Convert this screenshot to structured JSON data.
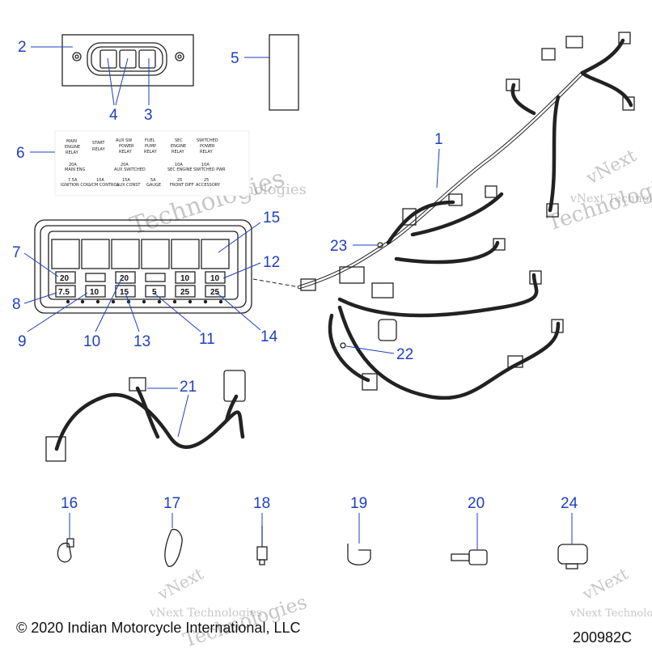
{
  "colors": {
    "callout": "#1f3fbf",
    "line": "#222222",
    "watermark": "#9a9a9a"
  },
  "callouts": {
    "c1": "1",
    "c2": "2",
    "c3": "3",
    "c4": "4",
    "c5": "5",
    "c6": "6",
    "c7": "7",
    "c8": "8",
    "c9": "9",
    "c10": "10",
    "c11": "11",
    "c12": "12",
    "c13": "13",
    "c14": "14",
    "c15": "15",
    "c16": "16",
    "c17": "17",
    "c18": "18",
    "c19": "19",
    "c20": "20",
    "c21": "21",
    "c22": "22",
    "c23": "23",
    "c24": "24"
  },
  "relay_label": {
    "relays": [
      [
        "MAIN",
        "ENGINE",
        "RELAY"
      ],
      [
        "START",
        "RELAY"
      ],
      [
        "AUX SW",
        "POWER",
        "RELAY"
      ],
      [
        "FUEL",
        "PUMP",
        "RELAY"
      ],
      [
        "SEC",
        "ENGINE",
        "RELAY"
      ],
      [
        "SWITCHED",
        "POWER",
        "RELAY"
      ]
    ],
    "fuses_top": [
      [
        "20A",
        "MAIN ENG"
      ],
      [
        "20A",
        "AUX SWITCHED"
      ],
      [
        "10A",
        "SEC ENGINE"
      ],
      [
        "10A",
        "SWITCHED PWR"
      ]
    ],
    "fuses_bottom": [
      [
        "7.5A",
        "IGNITION COIL"
      ],
      [
        "10A",
        "VCM CONTROL"
      ],
      [
        "15A",
        "AUX CONST"
      ],
      [
        "5A",
        "GAUGE"
      ],
      [
        "25",
        "FRONT DIFF"
      ],
      [
        "25",
        "ACCESSORY"
      ]
    ]
  },
  "fuse_box": {
    "top_row": [
      "20",
      "",
      "20",
      "",
      "10",
      "10"
    ],
    "bottom_row": [
      "7.5",
      "10",
      "15",
      "5",
      "25",
      "25"
    ]
  },
  "watermark": {
    "line1": "vNext Technologies",
    "line2": "Technologies",
    "brand": "vNext"
  },
  "footer": {
    "copyright": "© 2020 Indian Motorcycle International, LLC",
    "drawing_number": "200982C"
  }
}
